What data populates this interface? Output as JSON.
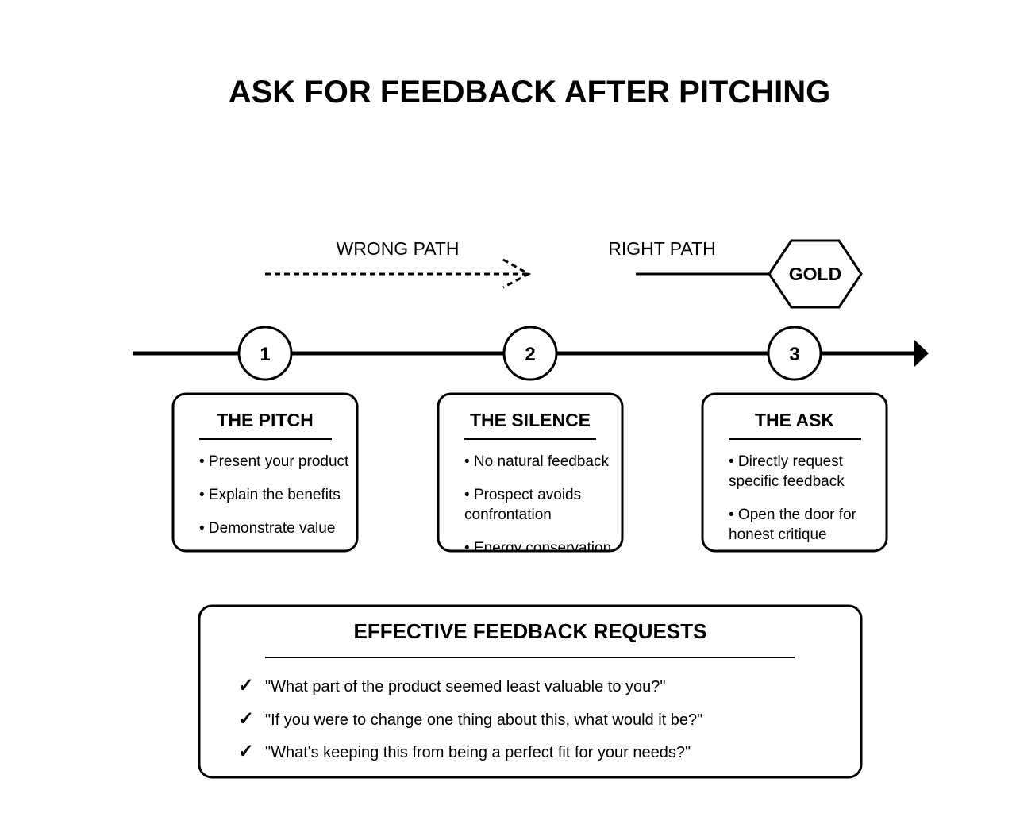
{
  "title": "ASK FOR FEEDBACK AFTER PITCHING",
  "wrong_path": {
    "label": "WRONG PATH"
  },
  "right_path": {
    "label": "RIGHT PATH",
    "endpoint": "GOLD"
  },
  "steps": [
    {
      "number": "1",
      "title": "THE PITCH",
      "bullets": [
        [
          "• Present your product"
        ],
        [
          "• Explain the benefits"
        ],
        [
          "• Demonstrate value"
        ]
      ]
    },
    {
      "number": "2",
      "title": "THE SILENCE",
      "bullets": [
        [
          "• No natural feedback"
        ],
        [
          "• Prospect avoids",
          "confrontation"
        ],
        [
          "• Energy conservation"
        ]
      ]
    },
    {
      "number": "3",
      "title": "THE ASK",
      "bullets": [
        [
          "• Directly request",
          "specific feedback"
        ],
        [
          "• Open the door for",
          "honest critique"
        ]
      ]
    }
  ],
  "requests_panel": {
    "title": "EFFECTIVE FEEDBACK REQUESTS",
    "check_glyph": "✓",
    "items": [
      "\"What part of the product seemed least valuable to you?\"",
      "\"If you were to change one thing about this, what would it be?\"",
      "\"What's keeping this from being a perfect fit for your needs?\""
    ]
  }
}
